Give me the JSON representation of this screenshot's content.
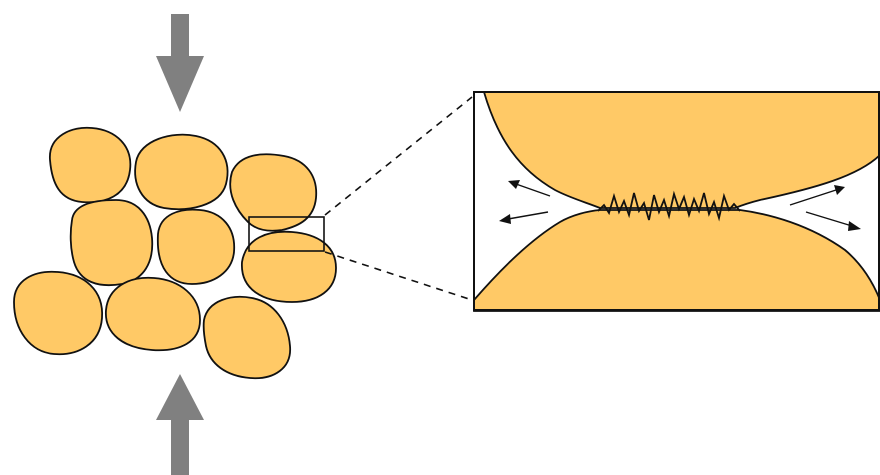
{
  "colors": {
    "grain_fill": "#FFC966",
    "outline": "#111111",
    "arrow": "#808080",
    "background": "#FFFFFF"
  },
  "diagram": {
    "grain_count": 11,
    "compression_arrows": [
      "down-arrow",
      "up-arrow"
    ],
    "inset": {
      "upper_grain": "grain",
      "lower_grain": "grain",
      "contact": "jagged-contact-line",
      "escape_arrows": 4
    }
  }
}
